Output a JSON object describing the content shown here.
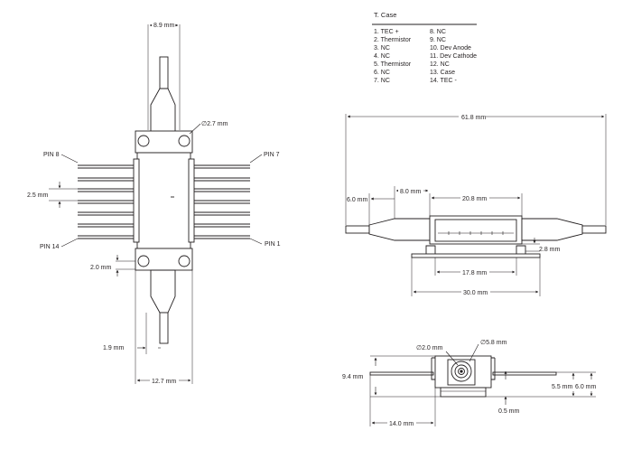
{
  "pin_table": {
    "title": "T. Case",
    "col1": [
      "1. TEC +",
      "2. Thermistor",
      "3. NC",
      "4. NC",
      "5. Thermistor",
      "6. NC",
      "7. NC"
    ],
    "col2": [
      "8. NC",
      "9. NC",
      "10. Dev Anode",
      "11. Dev Cathode",
      "12. NC",
      "13. Case",
      "14. TEC -"
    ]
  },
  "top_view": {
    "dim_top_width": "8.9 mm",
    "dim_hole_dia": "∅2.7 mm",
    "pin_8_label": "PIN 8",
    "pin_7_label": "PIN 7",
    "pin_14_label": "PIN 14",
    "pin_1_label": "PIN 1",
    "dim_pin_pitch": "2.5 mm",
    "dim_bottom_offset": "2.0 mm",
    "dim_fiber_dia": "1.9 mm",
    "dim_body_width": "12.7 mm"
  },
  "side_view": {
    "dim_overall_length": "61.8 mm",
    "dim_left_boot": "6.0 mm",
    "dim_inner_boot": "8.0 mm",
    "dim_body_length": "20.8 mm",
    "dim_small_height": "2.8 mm",
    "dim_flange_inner": "17.8 mm",
    "dim_flange_outer": "30.0 mm"
  },
  "end_view": {
    "dim_fiber_dia": "∅2.0 mm",
    "dim_ferrule_dia": "∅5.8 mm",
    "dim_total_height": "9.4 mm",
    "dim_pin_height": "5.5 mm",
    "dim_body_height": "6.0 mm",
    "dim_flange_thickness": "0.5 mm",
    "dim_overall_width": "14.0 mm"
  }
}
